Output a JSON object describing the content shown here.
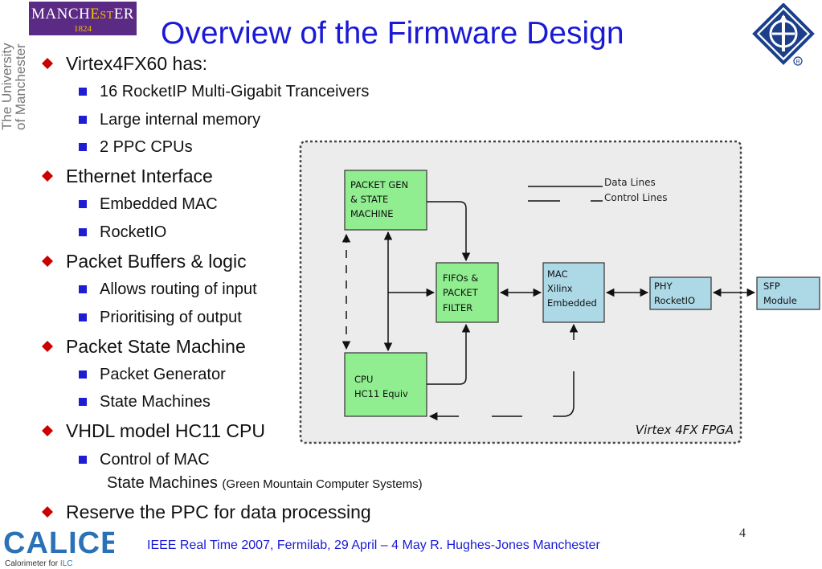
{
  "header": {
    "title": "Overview of the Firmware Design",
    "manchester_logo": {
      "name": "MANCHESTER",
      "year": "1824",
      "accent": "#f2c100",
      "bg": "#5b2a84"
    },
    "university_vertical": [
      "The University",
      "of Manchester"
    ],
    "ieee_logo_icon": "ieee-diamond-icon"
  },
  "bullets": [
    {
      "text": "Virtex4FX60 has:",
      "subs": [
        "16 RocketIP Multi-Gigabit Tranceivers",
        "Large internal memory",
        "2 PPC CPUs"
      ]
    },
    {
      "text": "Ethernet Interface",
      "subs": [
        "Embedded MAC",
        "RocketIO"
      ]
    },
    {
      "text": "Packet Buffers & logic",
      "subs": [
        "Allows routing of input",
        "Prioritising of output"
      ]
    },
    {
      "text": "Packet State Machine",
      "subs": [
        "Packet Generator",
        "State Machines"
      ]
    },
    {
      "text": "VHDL model HC11 CPU",
      "subs": []
    },
    {
      "text": "Reserve the PPC for data processing",
      "subs": []
    }
  ],
  "vhdl_sub": {
    "line1": "Control of MAC",
    "line2": "State Machines",
    "note": "(Green Mountain Computer Systems)"
  },
  "diagram": {
    "fpga_label": "Virtex 4FX FPGA",
    "legend": {
      "data_lines": "Data Lines",
      "control_lines": "Control Lines"
    },
    "blocks": {
      "packet_gen": [
        "PACKET GEN",
        "& STATE",
        "MACHINE"
      ],
      "fifos": [
        "FIFOs &",
        "PACKET",
        "FILTER"
      ],
      "mac": [
        "MAC",
        "Xilinx",
        "Embedded"
      ],
      "phy": [
        "PHY",
        "RocketIO"
      ],
      "sfp": [
        "SFP",
        "Module"
      ],
      "cpu": [
        "CPU",
        "HC11 Equiv"
      ]
    },
    "colors": {
      "green": "#90ee90",
      "blue": "#add8e6",
      "panel": "#ececec"
    }
  },
  "footer": {
    "text": "IEEE Real Time 2007, Fermilab, 29 April – 4 May  R. Hughes-Jones  Manchester",
    "page_number": "4",
    "calice_text": "CALICE",
    "calice_sub_prefix": "Calorimeter for ",
    "calice_sub_i": "I",
    "calice_sub_lc": "LC"
  },
  "colors": {
    "title": "#1a1ad6",
    "bullet_diamond": "#cc0000",
    "bullet_square": "#1d1dd1"
  }
}
